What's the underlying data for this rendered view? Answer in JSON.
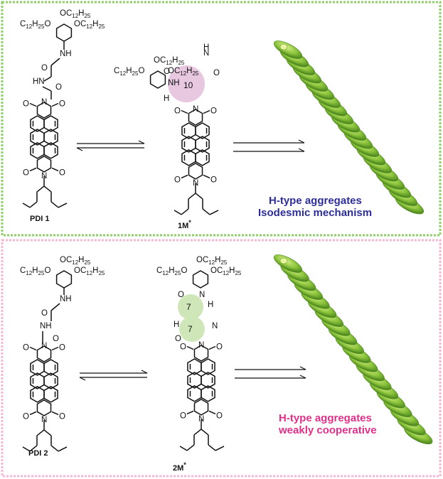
{
  "panels": [
    {
      "compound_left": "PDI 1",
      "compound_mid": "1M*",
      "ring_sizes": [
        "10"
      ],
      "aggregate_title": "H-type aggregates",
      "aggregate_mechanism": "Isodesmic mechanism",
      "border_color": "#8fcf6a",
      "ring_color": "#e8c8e0",
      "text_color": "#2e2e9a"
    },
    {
      "compound_left": "PDI 2",
      "compound_mid": "2M*",
      "ring_sizes": [
        "7",
        "7"
      ],
      "aggregate_title": "H-type aggregates",
      "aggregate_mechanism": "weakly cooperative",
      "border_color": "#f5b8d4",
      "ring_color": "#cfe6b8",
      "text_color": "#e0308a"
    }
  ],
  "substituent": "OC12H25"
}
